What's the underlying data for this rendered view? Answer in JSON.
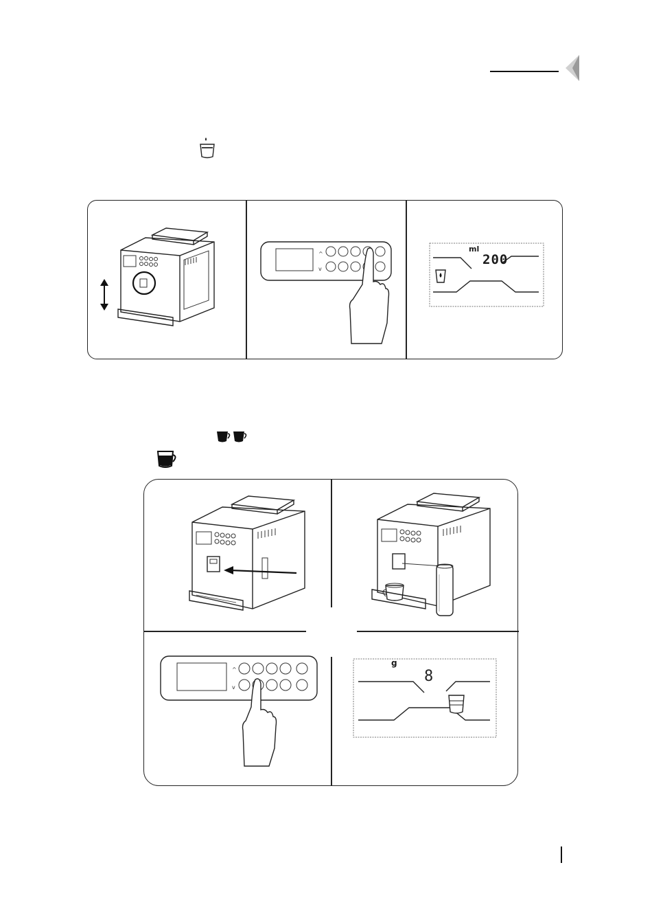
{
  "header": {
    "corner_icon": "triangle-page-corner-icon"
  },
  "icons": {
    "hot_water": "cup-with-drop-icon",
    "double_espresso": "double-espresso-cup-icon",
    "large_cup": "large-coffee-cup-icon"
  },
  "panel1": {
    "lcd": {
      "unit": "ml",
      "value": "200"
    }
  },
  "panel2": {
    "lcd": {
      "unit": "g",
      "value": "8"
    }
  },
  "footer": {
    "page_marker": "|"
  }
}
